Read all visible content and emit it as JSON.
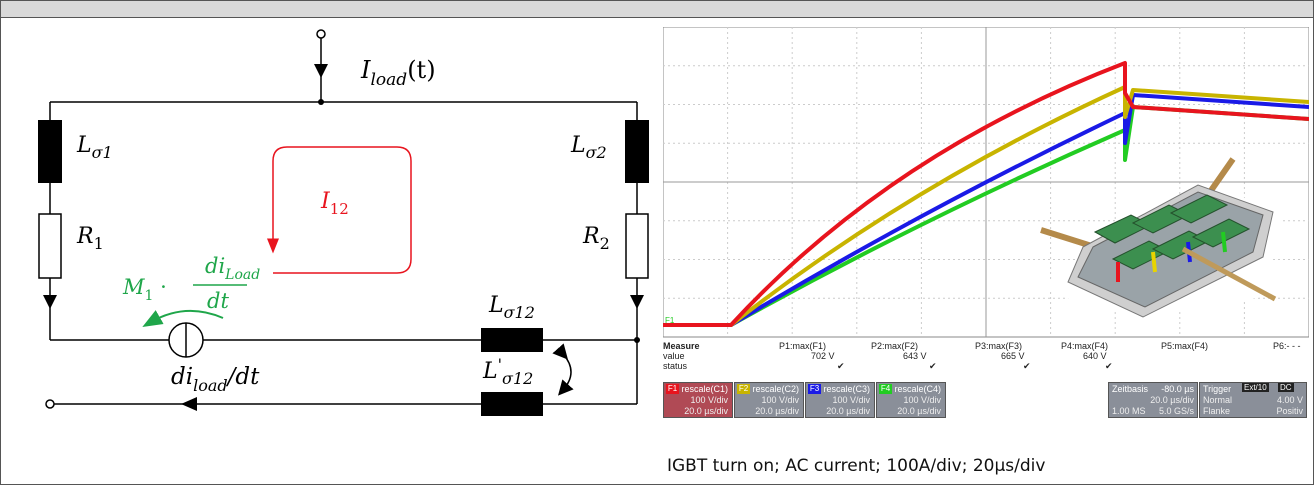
{
  "circuit": {
    "labels": {
      "i_load": "I",
      "i_load_sub": "load",
      "i_load_arg": "(t)",
      "l_sigma1": "L",
      "l_sigma1_sub": "σ1",
      "l_sigma2": "L",
      "l_sigma2_sub": "σ2",
      "r1": "R",
      "r1_sub": "1",
      "r2": "R",
      "r2_sub": "2",
      "i12": "I",
      "i12_sub": "12",
      "m1": "M",
      "m1_sub": "1",
      "dot": " ·",
      "di": "di",
      "di_sub": "Load",
      "dt": "dt",
      "l_sigma12": "L",
      "l_sigma12_sub": "σ12",
      "l_sigma12p": "L",
      "l_sigma12p_prime": "'",
      "l_sigma12p_sub": "σ12",
      "source_di": "di",
      "source_sub": "load",
      "source_dt": "/dt"
    },
    "colors": {
      "loop": "#e8141e",
      "mutual": "#1fa64a",
      "wire": "#000000"
    }
  },
  "scope": {
    "measure": {
      "header": "Measure",
      "row_labels": [
        "value",
        "status"
      ],
      "params": [
        {
          "name": "P1:max(F1)",
          "value": "702 V",
          "status": "✔"
        },
        {
          "name": "P2:max(F2)",
          "value": "643 V",
          "status": "✔"
        },
        {
          "name": "P3:max(F3)",
          "value": "665 V",
          "status": "✔"
        },
        {
          "name": "P4:max(F4)",
          "value": "640 V",
          "status": "✔"
        },
        {
          "name": "P5:max(F4)",
          "value": "",
          "status": ""
        },
        {
          "name": "P6:- - -",
          "value": "",
          "status": ""
        }
      ]
    },
    "channels": [
      {
        "tag": "F1",
        "name": "rescale(C1)",
        "vdiv": "100 V/div",
        "tdiv": "20.0 µs/div",
        "color": "#e8141e"
      },
      {
        "tag": "F2",
        "name": "rescale(C2)",
        "vdiv": "100 V/div",
        "tdiv": "20.0 µs/div",
        "color": "#c8b400"
      },
      {
        "tag": "F3",
        "name": "rescale(C3)",
        "vdiv": "100 V/div",
        "tdiv": "20.0 µs/div",
        "color": "#1a1ae6"
      },
      {
        "tag": "F4",
        "name": "rescale(C4)",
        "vdiv": "100 V/div",
        "tdiv": "20.0 µs/div",
        "color": "#22cc22"
      }
    ],
    "timebase": {
      "label": "Zeitbasis",
      "offset": "-80.0 µs",
      "tdiv": "20.0 µs/div",
      "mem": "1.00 MS",
      "rate": "5.0 GS/s"
    },
    "trigger": {
      "label": "Trigger",
      "source": "Ext/10",
      "coupling": "DC",
      "mode": "Normal",
      "level": "4.00 V",
      "slope_label": "Flanke",
      "slope": "Positiv"
    },
    "trace_marker": "F1"
  },
  "caption": "IGBT turn on; AC current; 100A/div; 20µs/div"
}
